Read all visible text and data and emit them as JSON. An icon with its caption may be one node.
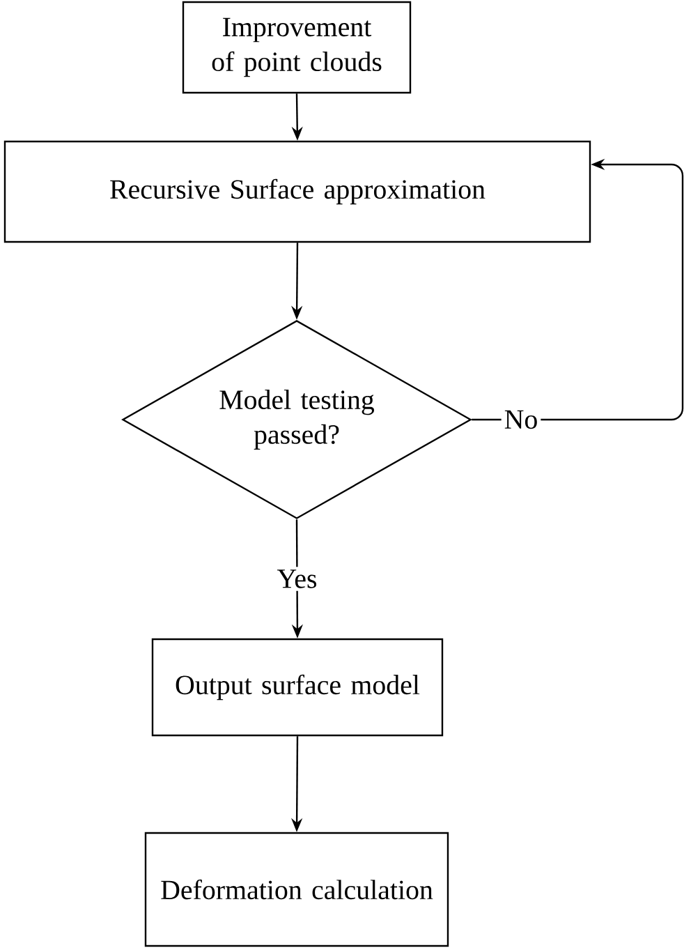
{
  "diagram": {
    "nodes": [
      {
        "text": [
          "Improvement of point clouds"
        ]
      },
      {
        "text": [
          "Recursive Surface approximation"
        ]
      },
      {
        "text": [
          "Model testing passed?"
        ]
      },
      {
        "text": [
          "Output surface model"
        ]
      },
      {
        "text": [
          "Deformation calculation"
        ]
      }
    ],
    "edges": [
      {
        "from": 0,
        "to": 1,
        "arrow": "to"
      },
      {
        "from": 1,
        "to": 2,
        "arrow": "to"
      },
      {
        "from": 2,
        "to": 3,
        "arrow": "to",
        "label": "Yes"
      },
      {
        "from": 3,
        "to": 4,
        "arrow": "to"
      },
      {
        "from": 2,
        "to": 1,
        "arrow": "to",
        "label": "No"
      }
    ]
  }
}
